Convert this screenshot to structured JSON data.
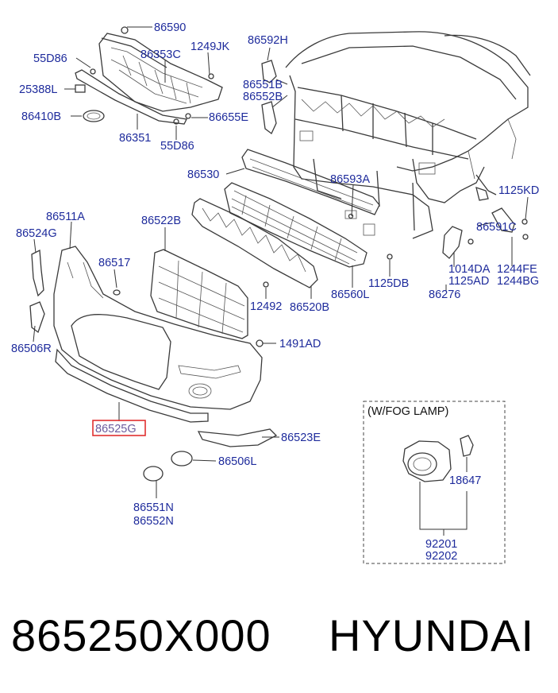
{
  "callouts": {
    "c86590": "86590",
    "c55D86_top": "55D86",
    "c86353C": "86353C",
    "c1249JK": "1249JK",
    "c86592H": "86592H",
    "c25388L": "25388L",
    "c86551B": "86551B",
    "c86552B": "86552B",
    "c86410B": "86410B",
    "c86655E": "86655E",
    "c86351": "86351",
    "c55D86_bot": "55D86",
    "c86530": "86530",
    "c86593A": "86593A",
    "c1125KD": "1125KD",
    "c86511A": "86511A",
    "c86522B": "86522B",
    "c86524G": "86524G",
    "c86591C": "86591C",
    "c86517": "86517",
    "c1014DA": "1014DA",
    "c1244FE": "1244FE",
    "c1125DB": "1125DB",
    "c1125AD": "1125AD",
    "c1244BG": "1244BG",
    "c12492": "12492",
    "c86520B": "86520B",
    "c86560L": "86560L",
    "c86276": "86276",
    "c1491AD": "1491AD",
    "c86506R": "86506R",
    "c86525G": "86525G",
    "c86523E": "86523E",
    "c86506L": "86506L",
    "c86551N": "86551N",
    "c86552N": "86552N",
    "c18647": "18647",
    "c92201": "92201",
    "c92202": "92202"
  },
  "fog_lamp_box": {
    "title": "(W/FOG LAMP)"
  },
  "highlight": {
    "part": "86525G",
    "color": "#e03030"
  },
  "footer": {
    "part_number": "865250X000",
    "brand": "HYUNDAI"
  },
  "colors": {
    "label": "#1e2b9c",
    "line": "#3a3a3a"
  }
}
